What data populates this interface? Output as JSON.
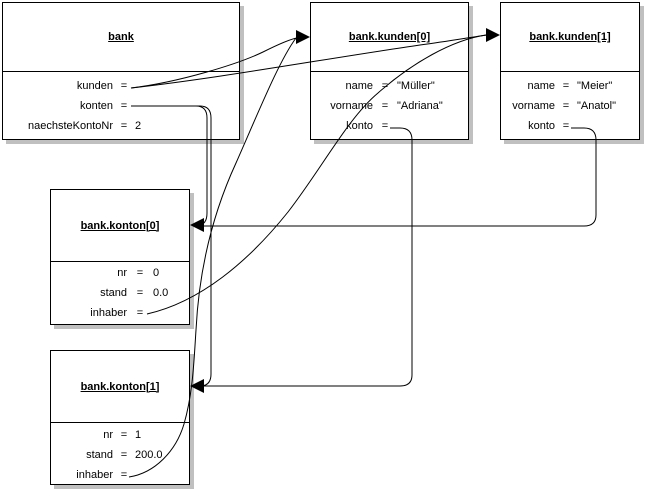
{
  "diagram": {
    "background": "#ffffff",
    "colors": {
      "box_fill": "#ffffff",
      "box_border": "#000000",
      "shadow": "#c0c0c0",
      "line": "#000000"
    }
  },
  "ui": {
    "equals": "="
  },
  "boxes": [
    {
      "title": "bank",
      "fields": [
        {
          "label": "kunden",
          "value": ""
        },
        {
          "label": "konten",
          "value": ""
        },
        {
          "label": "naechsteKontoNr",
          "value": "2"
        }
      ]
    },
    {
      "title": "bank.kunden[0]",
      "fields": [
        {
          "label": "name",
          "value": "\"Müller\""
        },
        {
          "label": "vorname",
          "value": "\"Adriana\""
        },
        {
          "label": "konto",
          "value": ""
        }
      ]
    },
    {
      "title": "bank.kunden[1]",
      "fields": [
        {
          "label": "name",
          "value": "\"Meier\""
        },
        {
          "label": "vorname",
          "value": "\"Anatol\""
        },
        {
          "label": "konto",
          "value": ""
        }
      ]
    },
    {
      "title": "bank.konton[0]",
      "fields": [
        {
          "label": "nr",
          "value": "0"
        },
        {
          "label": "stand",
          "value": "0.0"
        },
        {
          "label": "inhaber",
          "value": ""
        }
      ]
    },
    {
      "title": "bank.konton[1]",
      "fields": [
        {
          "label": "nr",
          "value": "1"
        },
        {
          "label": "stand",
          "value": "200.0"
        },
        {
          "label": "inhaber",
          "value": ""
        }
      ]
    }
  ],
  "references": [
    {
      "from": "bank.kunden",
      "to": "bank.kunden[0]"
    },
    {
      "from": "bank.kunden",
      "to": "bank.kunden[1]"
    },
    {
      "from": "bank.konten",
      "to": "bank.konton[0]"
    },
    {
      "from": "bank.konten",
      "to": "bank.konton[1]"
    },
    {
      "from": "bank.kunden[0].konto",
      "to": "bank.konton[1]"
    },
    {
      "from": "bank.kunden[1].konto",
      "to": "bank.konton[0]"
    },
    {
      "from": "bank.konton[0].inhaber",
      "to": "bank.kunden[1]"
    },
    {
      "from": "bank.konton[1].inhaber",
      "to": "bank.kunden[0]"
    }
  ]
}
